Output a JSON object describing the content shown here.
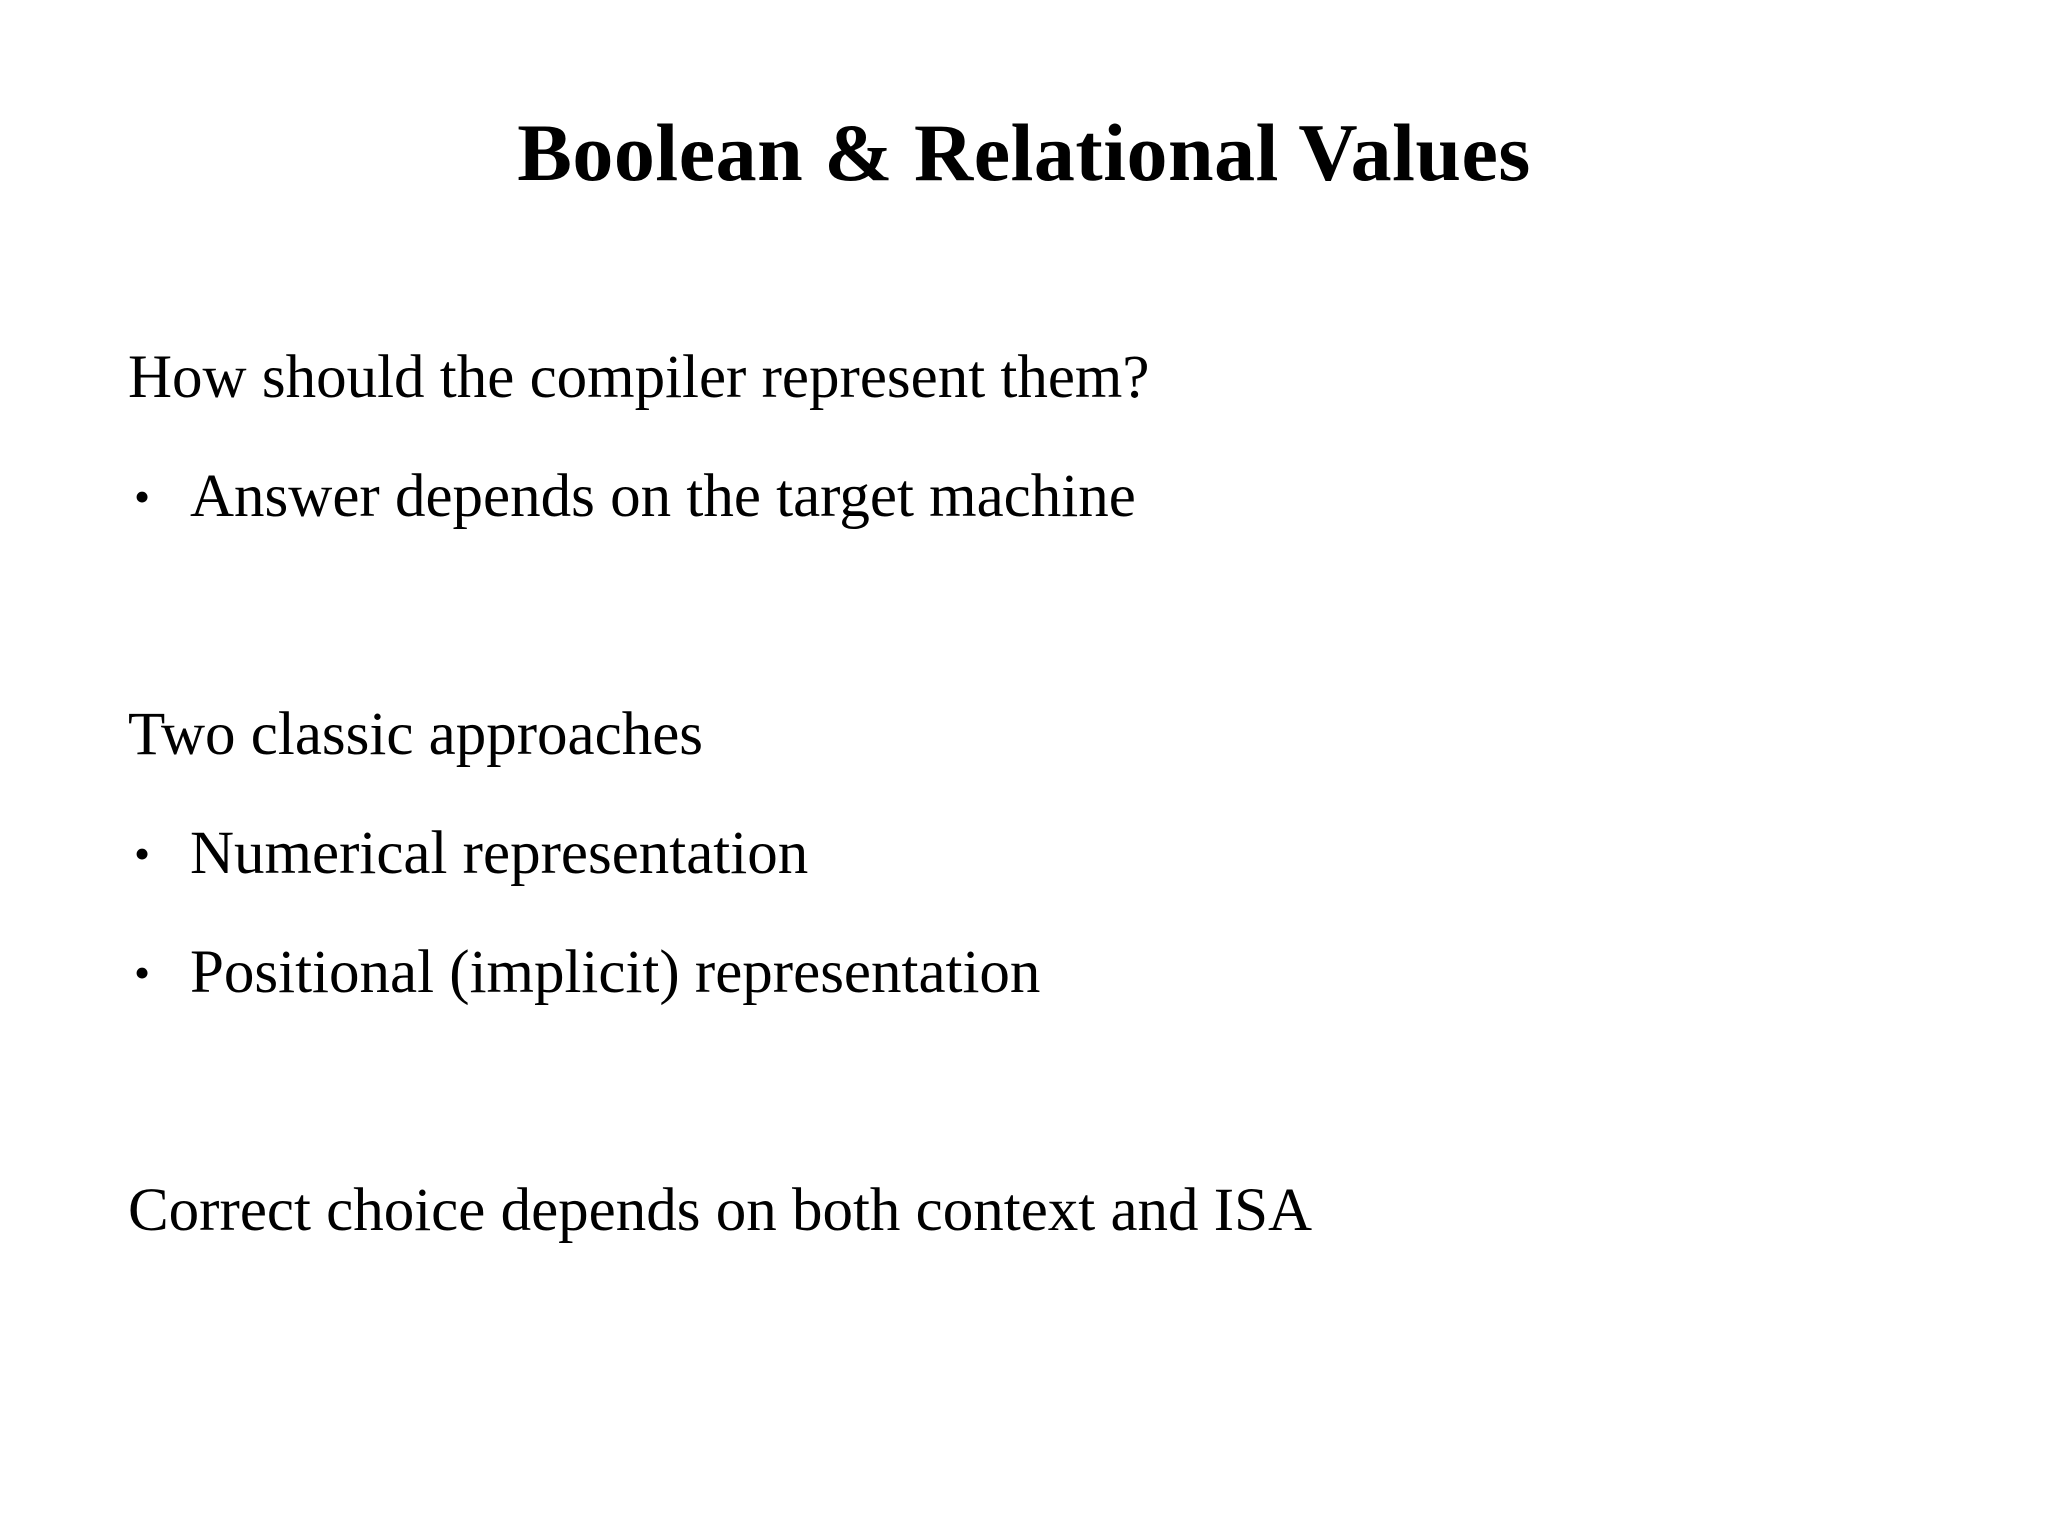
{
  "slide": {
    "title": "Boolean & Relational Values",
    "background_color": "#ffffff",
    "text_color": "#000000",
    "blocks": [
      {
        "lead": "How should the compiler represent them?",
        "bullets": [
          {
            "marker": "•",
            "text": "Answer depends on the target machine"
          }
        ]
      },
      {
        "lead": "Two classic approaches",
        "bullets": [
          {
            "marker": "•",
            "text": "Numerical representation"
          },
          {
            "marker": "•",
            "text": "Positional (implicit) representation"
          }
        ]
      },
      {
        "lead": "Correct choice depends on both context and ISA",
        "bullets": []
      }
    ]
  }
}
